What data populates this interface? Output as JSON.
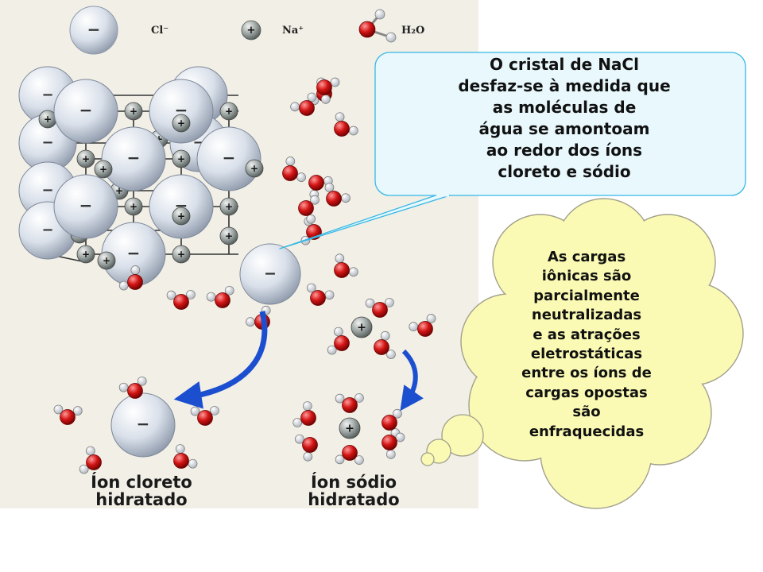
{
  "legend": {
    "chloride": "Cl⁻",
    "sodium": "Na⁺",
    "water": "H₂O",
    "minus_sign": "−",
    "plus_sign": "+"
  },
  "speech_bubble": {
    "lines": [
      "O cristal de NaCl",
      "desfaz-se à medida que",
      "as moléculas de",
      "água se amontoam",
      "ao redor dos íons",
      "cloreto e sódio"
    ]
  },
  "thought_bubble": {
    "lines": [
      "As cargas",
      "iônicas são",
      "parcialmente",
      "neutralizadas",
      "e as atrações",
      "eletrostáticas",
      "entre os íons de",
      "cargas opostas",
      "são",
      "enfraquecidas"
    ]
  },
  "captions": {
    "chloride_line1": "Íon cloreto",
    "chloride_line2": "hidratado",
    "sodium_line1": "Íon sódio",
    "sodium_line2": "hidratado"
  },
  "colors": {
    "panel": "#f1efe6",
    "chloride": "#d9e0ea",
    "sodium": "#9aa3a1",
    "oxygen": "#d21414",
    "speech_fill": "#e8f8fd",
    "speech_border": "#36b8e6",
    "thought_fill": "#fafab4",
    "thought_border": "#a2a08c",
    "arrow": "#1b4fd0"
  }
}
